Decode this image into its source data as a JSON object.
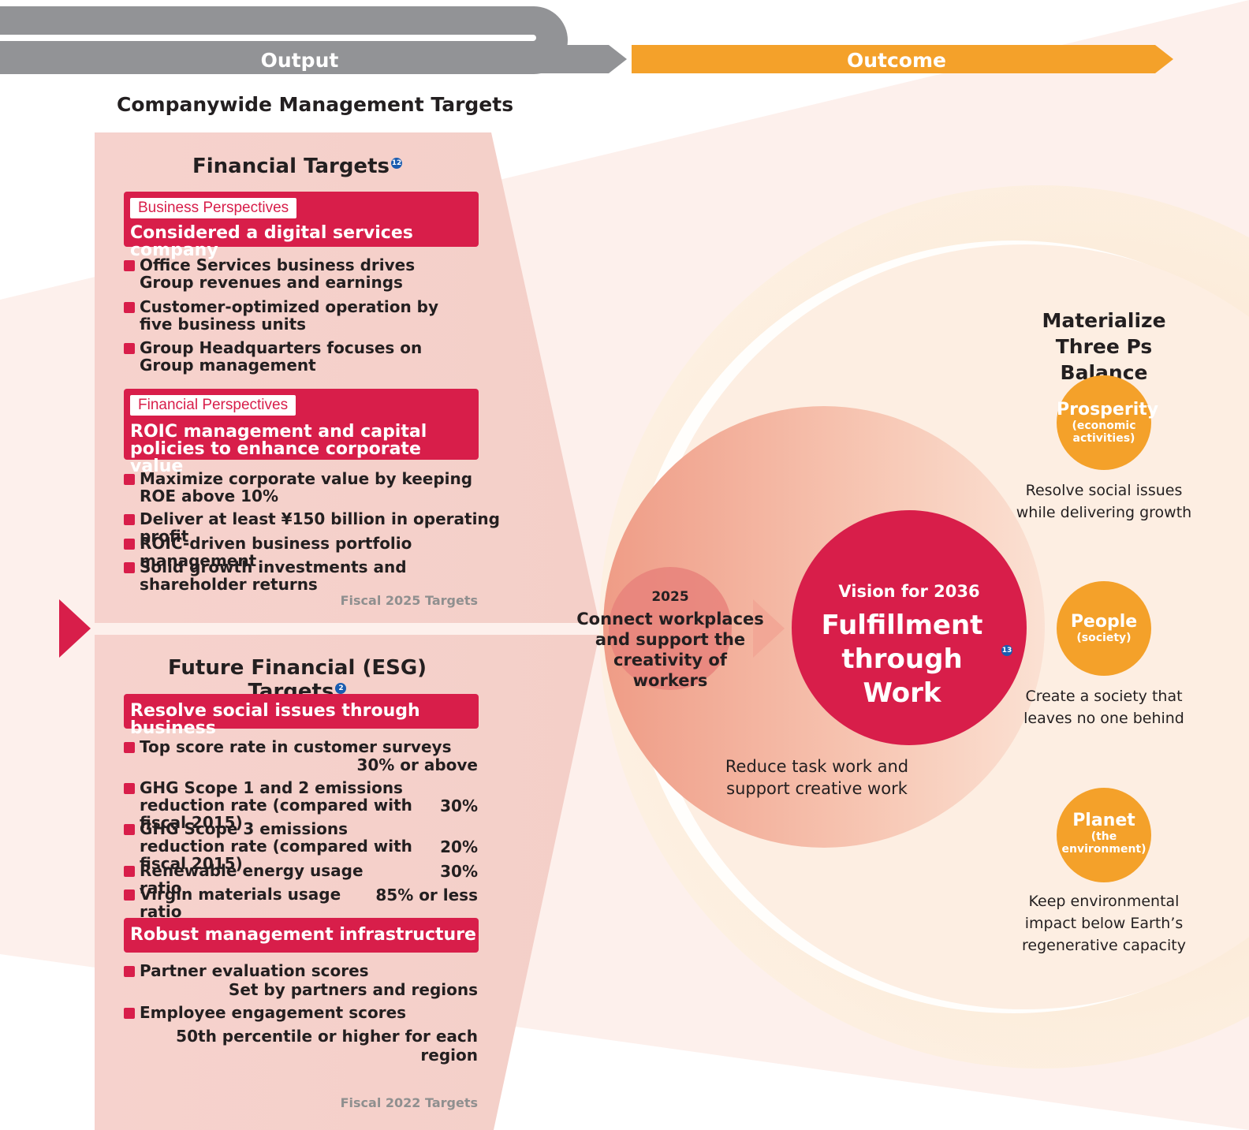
{
  "header": {
    "output_label": "Output",
    "outcome_label": "Outcome"
  },
  "section_title": "Companywide Management Targets",
  "financial": {
    "heading": "Financial Targets",
    "ref": "12",
    "business": {
      "tag": "Business Perspectives",
      "title": "Considered a digital services company",
      "bullets": [
        "Office Services business drives Group revenues and earnings",
        "Customer-optimized operation by five business units",
        "Group Headquarters focuses on Group management"
      ]
    },
    "financial_persp": {
      "tag": "Financial Perspectives",
      "title": "ROIC management and capital policies to enhance corporate value",
      "bullets": [
        "Maximize corporate value by keeping ROE above 10%",
        "Deliver at least ¥150 billion in operating profit",
        "ROIC-driven business portfolio management",
        "Solid growth investments and shareholder returns"
      ]
    },
    "fiscal_label": "Fiscal 2025 Targets"
  },
  "esg": {
    "heading": "Future Financial (ESG) Targets",
    "ref": "2",
    "resolve": {
      "title": "Resolve social issues through business",
      "items": [
        {
          "text": "Top score rate in customer surveys",
          "value": "30% or above"
        },
        {
          "text": "GHG Scope 1 and 2 emissions reduction rate (compared with fiscal 2015)",
          "value": "30%"
        },
        {
          "text": "GHG Scope 3 emissions reduction rate (compared with fiscal 2015)",
          "value": "20%"
        },
        {
          "text": "Renewable energy usage ratio",
          "value": "30%"
        },
        {
          "text": "Virgin materials usage ratio",
          "value": "85% or less"
        }
      ]
    },
    "robust": {
      "title": "Robust management infrastructure",
      "items": [
        {
          "text": "Partner evaluation scores",
          "value": "Set by partners and regions"
        },
        {
          "text": "Employee engagement scores",
          "value": "50th percentile or higher for each region"
        }
      ]
    },
    "fiscal_label": "Fiscal 2022 Targets"
  },
  "goal_2025": {
    "year": "2025",
    "text": "Connect workplaces and support the creativity of workers"
  },
  "vision": {
    "label": "Vision for 2036",
    "title": "Fulfillment through Work",
    "ref": "13",
    "caption": "Reduce task work and support creative work"
  },
  "three_ps": {
    "heading": "Materialize Three Ps Balance",
    "items": [
      {
        "name": "Prosperity",
        "sub": "(economic activities)",
        "desc": "Resolve social issues while delivering growth"
      },
      {
        "name": "People",
        "sub": "(society)",
        "desc": "Create a society that leaves no one behind"
      },
      {
        "name": "Planet",
        "sub": "(the environment)",
        "desc": "Keep environmental impact below Earth’s regenerative capacity"
      }
    ]
  },
  "colors": {
    "red": "#d81e4a",
    "orange": "#f4a12a",
    "gray": "#929396",
    "panel_pink": "#f6d4cf"
  }
}
